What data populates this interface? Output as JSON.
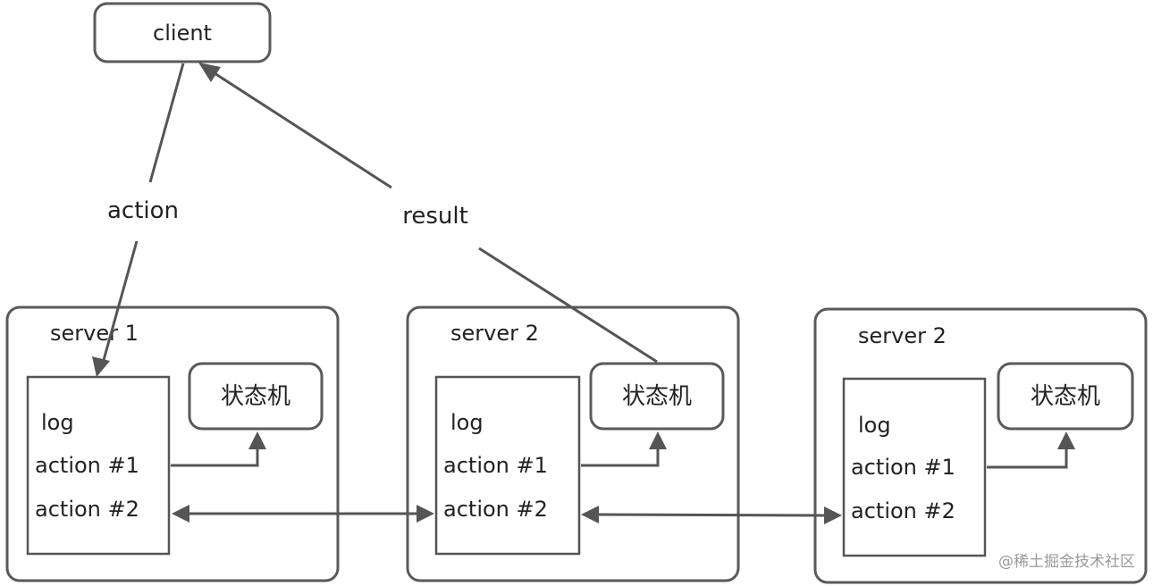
{
  "client": {
    "label": "client"
  },
  "edges": {
    "action_label": "action",
    "result_label": "result"
  },
  "servers": [
    {
      "title": "server 1",
      "state_machine": "状态机",
      "log": {
        "header": "log",
        "entries": [
          "action #1",
          "action #2"
        ]
      }
    },
    {
      "title": "server 2",
      "state_machine": "状态机",
      "log": {
        "header": "log",
        "entries": [
          "action #1",
          "action #2"
        ]
      }
    },
    {
      "title": "server 2",
      "state_machine": "状态机",
      "log": {
        "header": "log",
        "entries": [
          "action #1",
          "action #2"
        ]
      }
    }
  ],
  "watermark": "@稀土掘金技术社区",
  "colors": {
    "stroke": "#555555",
    "text": "#222222",
    "watermark": "#9a9a9a"
  }
}
